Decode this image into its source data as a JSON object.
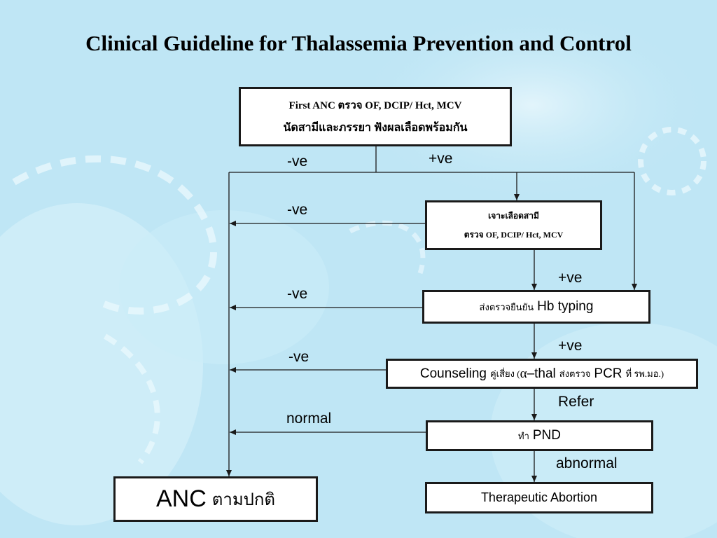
{
  "title": "Clinical Guideline for Thalassemia Prevention and Control",
  "nodes": {
    "first_anc": {
      "line1": "First ANC ตรวจ OF, DCIP/ Hct, MCV",
      "line2": "นัดสามีและภรรยา ฟังผลเลือดพร้อมกัน"
    },
    "husband_test": {
      "line1": "เจาะเลือดสามี",
      "line2": "ตรวจ OF, DCIP/ Hct, MCV"
    },
    "hb_typing": {
      "prefix": "ส่งตรวจยืนยัน",
      "main": "Hb typing"
    },
    "counseling": {
      "main": "Counseling",
      "thai1": "คู่เสี่ยง (",
      "alpha": "α",
      "thal": "–thal",
      "thai2": "ส่งตรวจ",
      "pcr": "PCR",
      "thai3": "ที่ รพ.มอ.)"
    },
    "pnd": {
      "prefix": "ทำ",
      "main": "PND"
    },
    "anc_normal": {
      "main": "ANC",
      "thai": "ตามปกติ"
    },
    "abortion": {
      "main": "Therapeutic Abortion"
    }
  },
  "edge_labels": {
    "neg_1": "-ve",
    "pos_1": "+ve",
    "neg_2": "-ve",
    "pos_2": "+ve",
    "neg_3": "-ve",
    "pos_3": "+ve",
    "neg_4": "-ve",
    "refer": "Refer",
    "normal": "normal",
    "abnormal": "abnormal"
  },
  "colors": {
    "background": "#bfe6f5",
    "line": "#1a1a1a",
    "box_fill": "#ffffff"
  }
}
